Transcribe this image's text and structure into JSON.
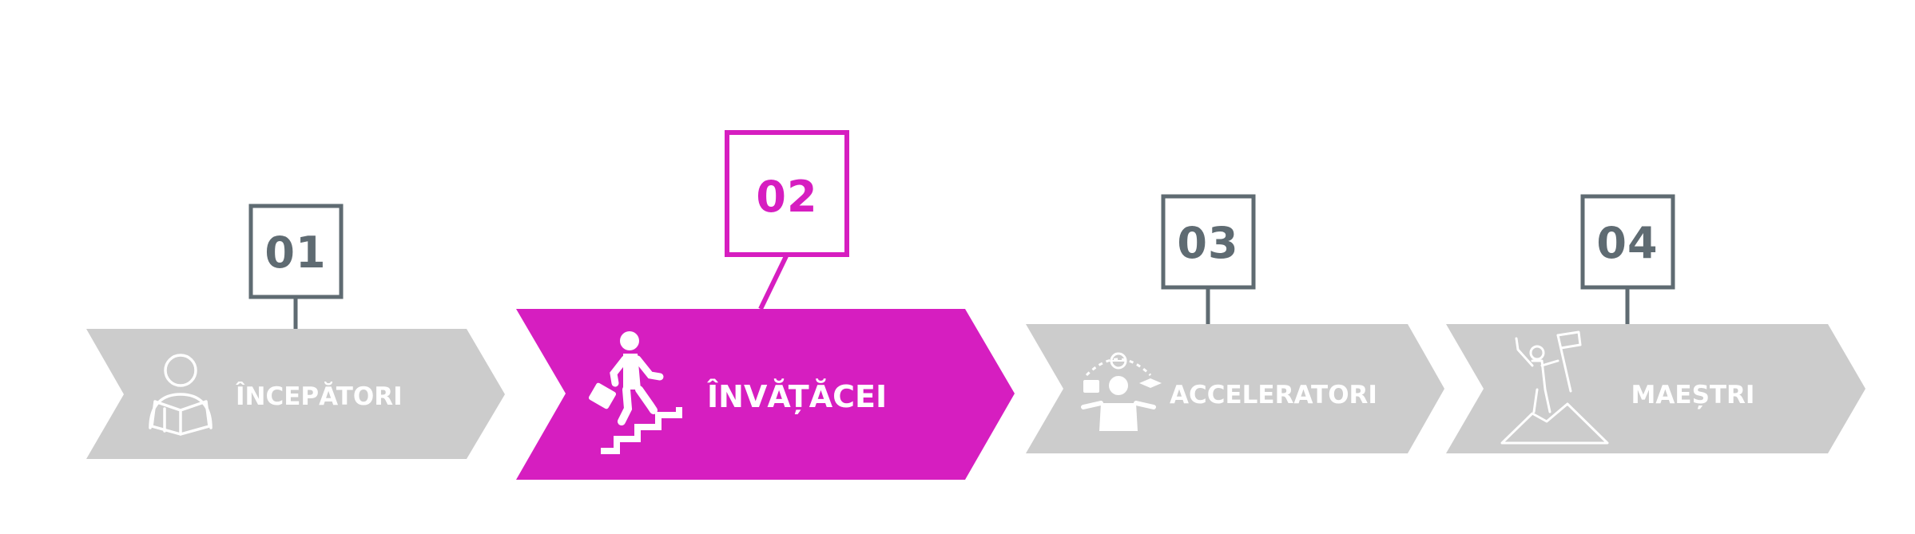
{
  "colors": {
    "inactive_fill": "#cccccc",
    "active_fill": "#d61ec0",
    "frame_gray": "#5f6b72",
    "label_text": "#ffffff"
  },
  "steps": [
    {
      "number": "01",
      "label": "ÎNCEPĂTORI",
      "icon": "reader-icon",
      "active": false
    },
    {
      "number": "02",
      "label": "ÎNVĂȚĂCEI",
      "icon": "climbing-stairs-icon",
      "active": true
    },
    {
      "number": "03",
      "label": "ACCELERATORI",
      "icon": "juggling-learner-icon",
      "active": false
    },
    {
      "number": "04",
      "label": "MAEȘTRI",
      "icon": "summit-flag-icon",
      "active": false
    }
  ]
}
